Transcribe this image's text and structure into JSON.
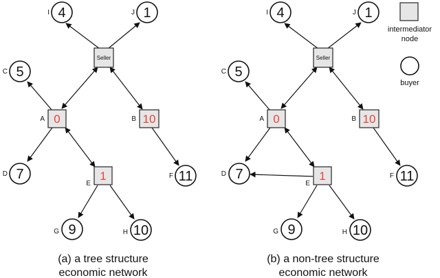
{
  "colors": {
    "value_red": "#e8453c",
    "box_fill": "#e6e6e6"
  },
  "legend": {
    "intermediator_line1": "intermediator",
    "intermediator_line2": "node",
    "buyer": "buyer"
  },
  "diagrams": [
    {
      "id": "a",
      "caption_line1": "(a) a tree structure",
      "caption_line2": "economic network",
      "seller": {
        "label": "Seller"
      },
      "intermediators": [
        {
          "id": "A",
          "label": "A",
          "value": "0"
        },
        {
          "id": "B",
          "label": "B",
          "value": "10"
        },
        {
          "id": "E",
          "label": "E",
          "value": "1"
        }
      ],
      "buyers": [
        {
          "id": "I",
          "label": "I",
          "value": "4"
        },
        {
          "id": "J",
          "label": "J",
          "value": "1"
        },
        {
          "id": "C",
          "label": "C",
          "value": "5"
        },
        {
          "id": "D",
          "label": "D",
          "value": "7"
        },
        {
          "id": "F",
          "label": "F",
          "value": "11"
        },
        {
          "id": "G",
          "label": "G",
          "value": "9"
        },
        {
          "id": "H",
          "label": "H",
          "value": "10"
        }
      ]
    },
    {
      "id": "b",
      "caption_line1": "(b) a non-tree structure",
      "caption_line2": "economic network",
      "seller": {
        "label": "Seller"
      },
      "intermediators": [
        {
          "id": "A",
          "label": "A",
          "value": "0"
        },
        {
          "id": "B",
          "label": "B",
          "value": "10"
        },
        {
          "id": "E",
          "label": "E",
          "value": "1"
        }
      ],
      "buyers": [
        {
          "id": "I",
          "label": "I",
          "value": "4"
        },
        {
          "id": "J",
          "label": "J",
          "value": "1"
        },
        {
          "id": "C",
          "label": "C",
          "value": "5"
        },
        {
          "id": "D",
          "label": "D",
          "value": "7"
        },
        {
          "id": "F",
          "label": "F",
          "value": "11"
        },
        {
          "id": "G",
          "label": "G",
          "value": "9"
        },
        {
          "id": "H",
          "label": "H",
          "value": "10"
        }
      ]
    }
  ]
}
